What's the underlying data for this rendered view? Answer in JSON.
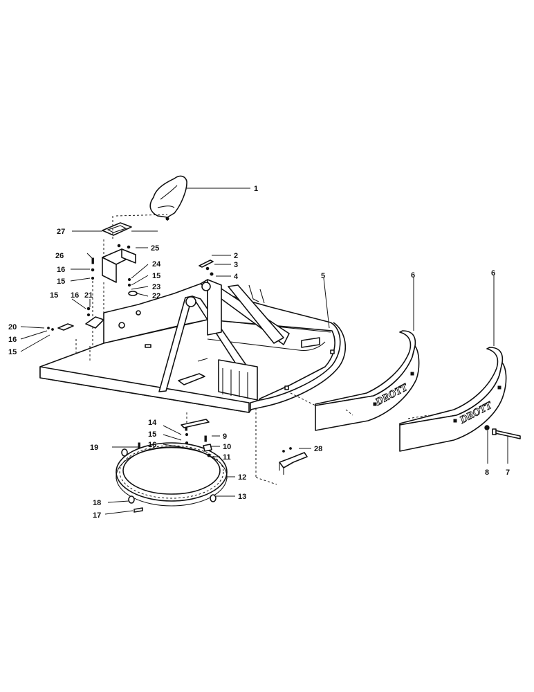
{
  "callouts": {
    "c1": "1",
    "c2": "2",
    "c3": "3",
    "c4": "4",
    "c5": "5",
    "c6a": "6",
    "c6b": "6",
    "c7": "7",
    "c8": "8",
    "c9": "9",
    "c10": "10",
    "c11": "11",
    "c12": "12",
    "c13": "13",
    "c14": "14",
    "c15a": "15",
    "c15b": "15",
    "c15c": "15",
    "c15d": "15",
    "c15e": "15",
    "c16a": "16",
    "c16b": "16",
    "c16c": "16",
    "c16d": "16",
    "c17": "17",
    "c18": "18",
    "c19": "19",
    "c20": "20",
    "c21": "21",
    "c22": "22",
    "c23": "23",
    "c24": "24",
    "c25": "25",
    "c26": "26",
    "c27": "27",
    "c28": "28"
  },
  "weights": {
    "brand": "DROTT"
  }
}
